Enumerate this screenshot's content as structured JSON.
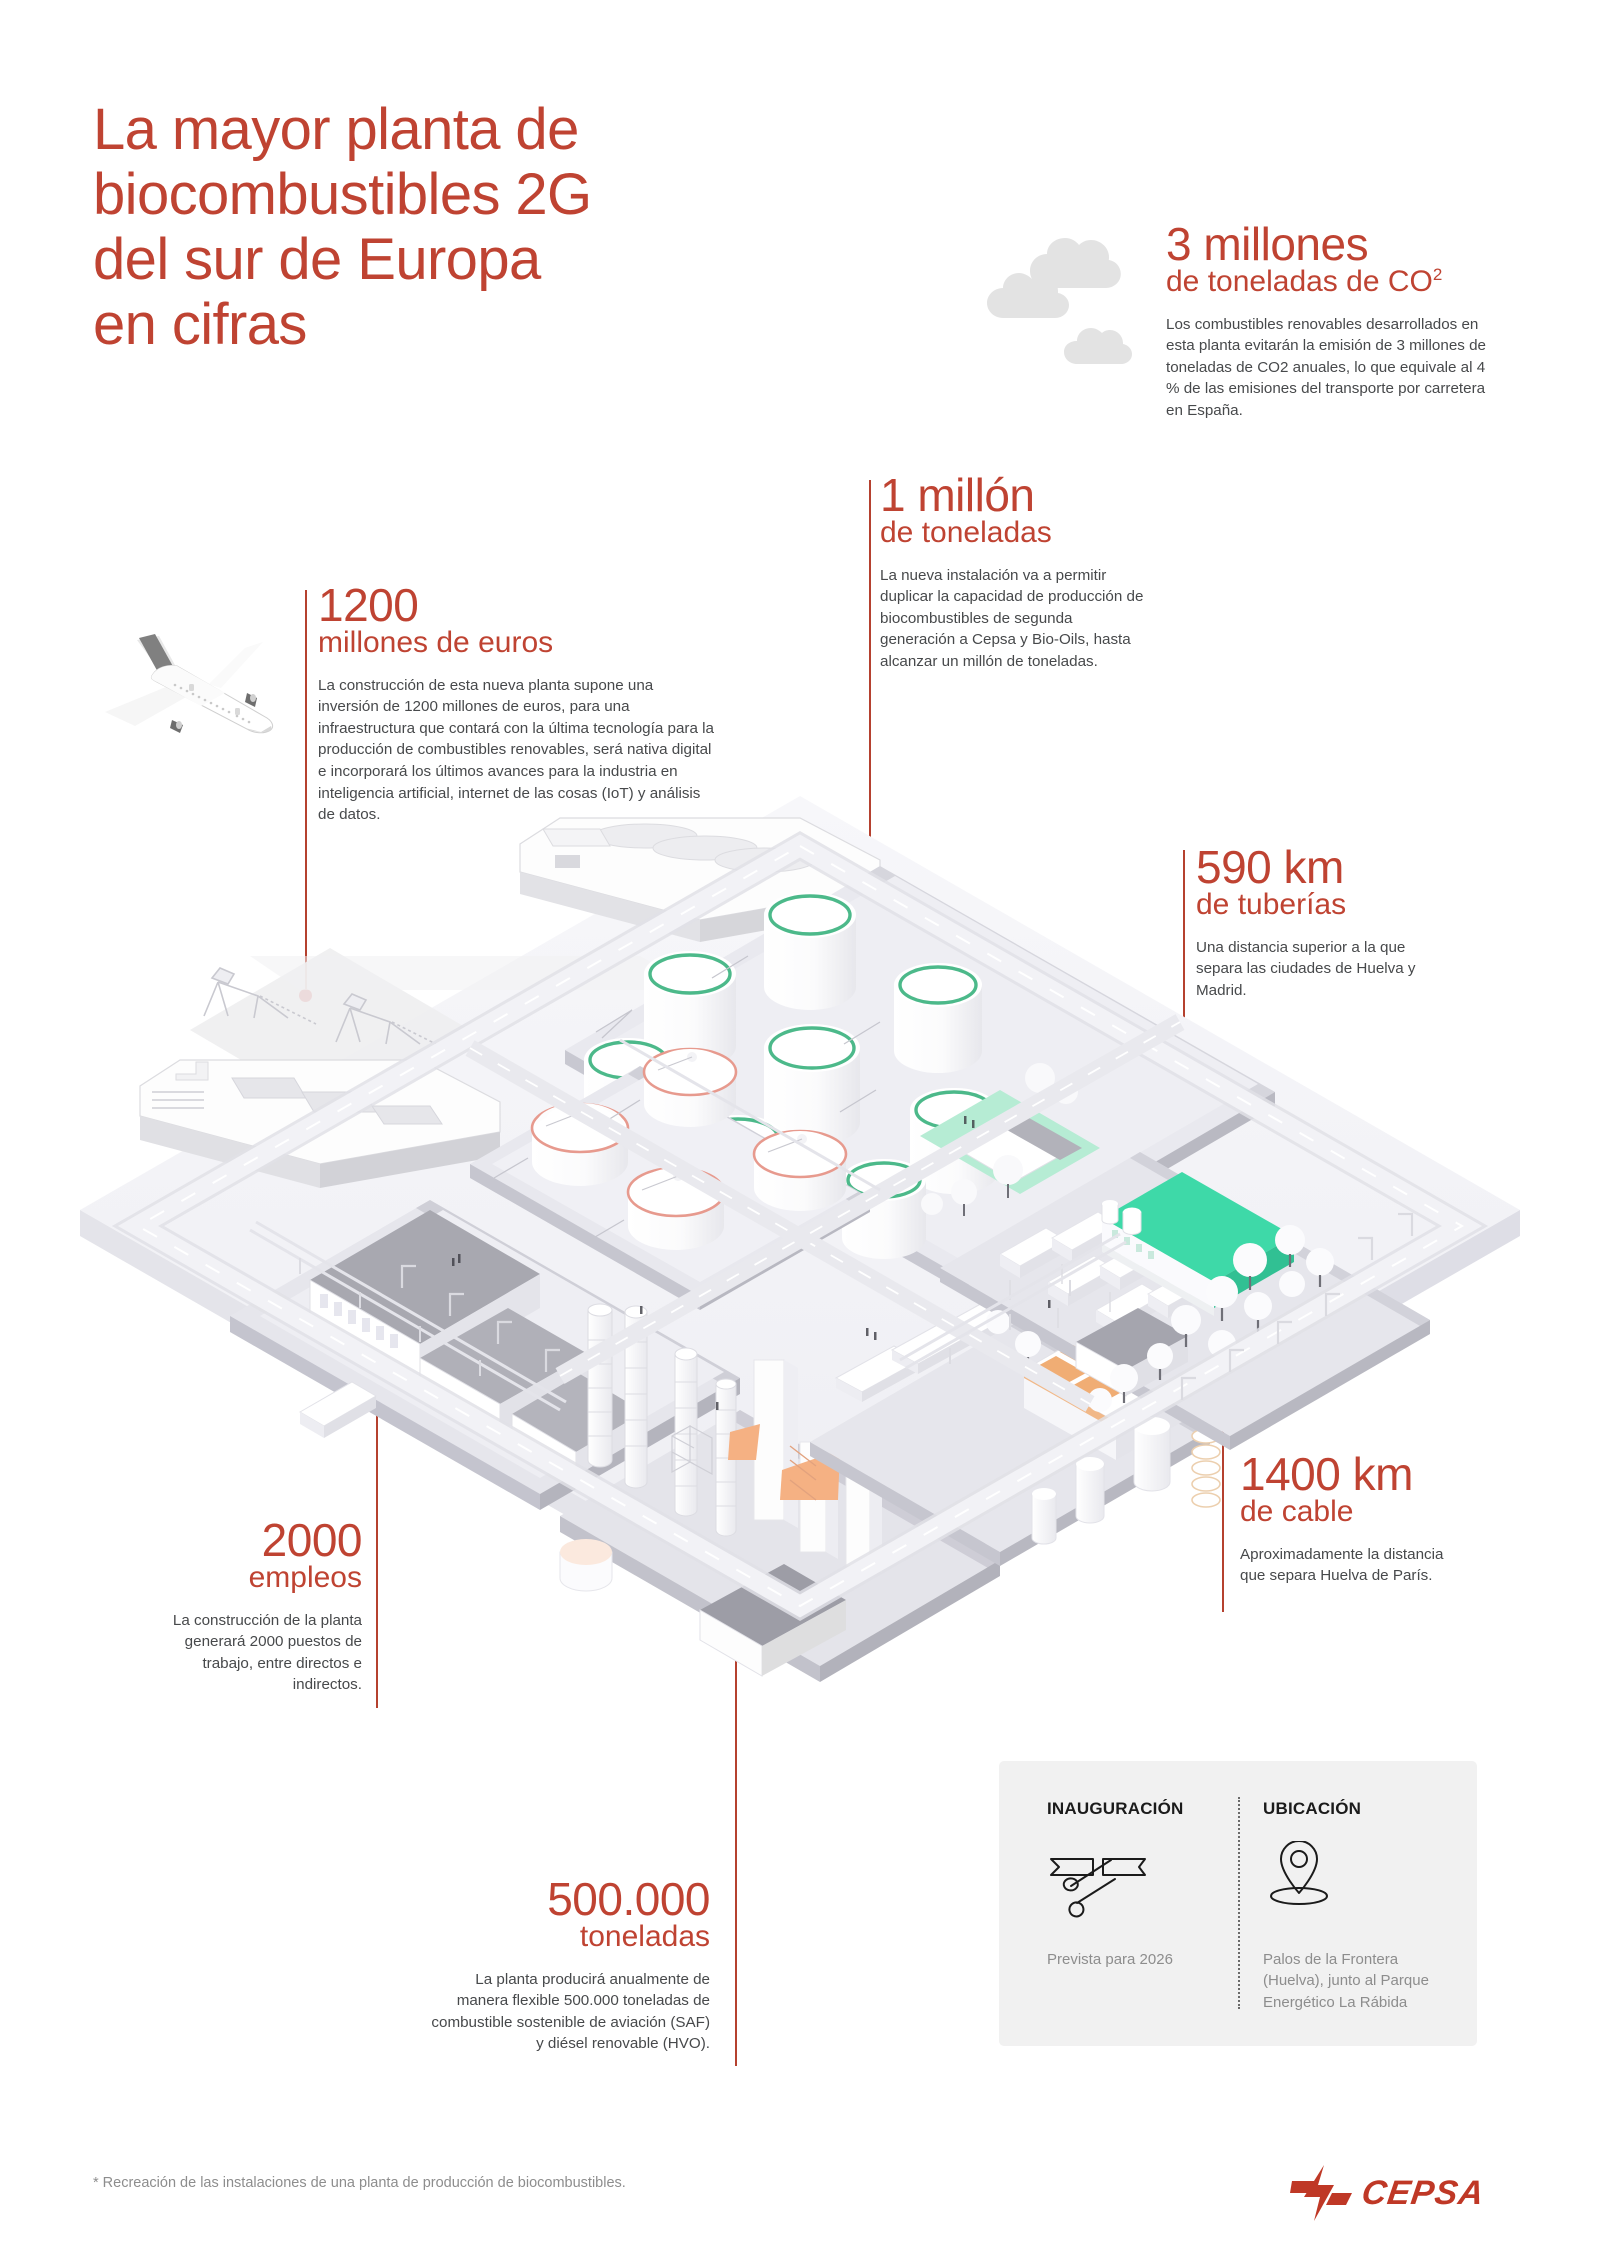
{
  "title": "La mayor planta de biocombustibles 2G del sur de Europa en cifras",
  "title_lines": [
    "La mayor planta de",
    "biocombustibles 2G",
    "del sur de Europa",
    "en cifras"
  ],
  "colors": {
    "accent_red": "#bf4332",
    "dot_red": "#d62828",
    "body_gray": "#47494b",
    "muted_gray": "#8d8d8d",
    "panel_gray": "#f1f1f1",
    "tank_green": "#3cb878",
    "building_green": "#3ed9a8",
    "orange": "#f5b183",
    "logo_red": "#bf3826"
  },
  "stats": [
    {
      "id": "co2",
      "number": "3 millones",
      "sub": "de toneladas de CO",
      "sub_sup": "2",
      "body": "Los combustibles renovables desarrollados en esta planta evitarán la emisión de 3 millones de toneladas de CO2 anuales, lo que equivale al 4 % de las emisiones del transporte por carretera en España.",
      "icon": "clouds-icon"
    },
    {
      "id": "millon-toneladas",
      "number": "1 millón",
      "sub": "de toneladas",
      "body": "La nueva instalación va a permitir duplicar la capacidad de producción de biocombustibles de segunda generación a Cepsa y Bio-Oils, hasta alcanzar un millón de toneladas."
    },
    {
      "id": "inversion",
      "number": "1200",
      "sub": "millones de euros",
      "body": "La construcción de esta nueva planta supone una inversión de 1200 millones de euros, para una infraestructura que contará con la última tecnología para la producción de combustibles renovables, será nativa digital e incorporará los últimos avances para la industria en inteligencia artificial, internet de las cosas (IoT) y análisis de datos.",
      "icon": "airplane-icon"
    },
    {
      "id": "tuberias",
      "number": "590 km",
      "sub": "de tuberías",
      "body": "Una distancia superior a la que separa las ciudades de Huelva y Madrid."
    },
    {
      "id": "cable",
      "number": "1400 km",
      "sub": "de cable",
      "body": "Aproximadamente la distancia que separa Huelva de París."
    },
    {
      "id": "empleos",
      "number": "2000",
      "sub": "empleos",
      "body": "La construcción de la planta generará 2000 puestos de trabajo, entre directos e indirectos."
    },
    {
      "id": "produccion",
      "number": "500.000",
      "sub": "toneladas",
      "body": "La planta producirá anualmente de manera flexible 500.000 toneladas de combustible sostenible de aviación (SAF) y diésel renovable (HVO)."
    }
  ],
  "infobox": {
    "inauguracion": {
      "heading": "INAUGURACIÓN",
      "icon": "ribbon-scissors-icon",
      "text": "Prevista para 2026"
    },
    "ubicacion": {
      "heading": "UBICACIÓN",
      "icon": "map-pin-icon",
      "text": "Palos de la Frontera (Huelva), junto al Parque Energético La Rábida"
    }
  },
  "footer": {
    "note": "* Recreación de las instalaciones de una planta de producción de biocombustibles.",
    "logo_text": "CEPSA",
    "logo_icon": "cepsa-bolt-icon"
  },
  "illustration": {
    "name": "isometric-biofuel-plant-illustration",
    "elements": [
      "ships",
      "port-cranes",
      "storage-tanks",
      "distillation-columns",
      "warehouses",
      "solar-roof-building",
      "green-building",
      "trees",
      "roads",
      "pipelines",
      "tanker-trucks"
    ]
  }
}
